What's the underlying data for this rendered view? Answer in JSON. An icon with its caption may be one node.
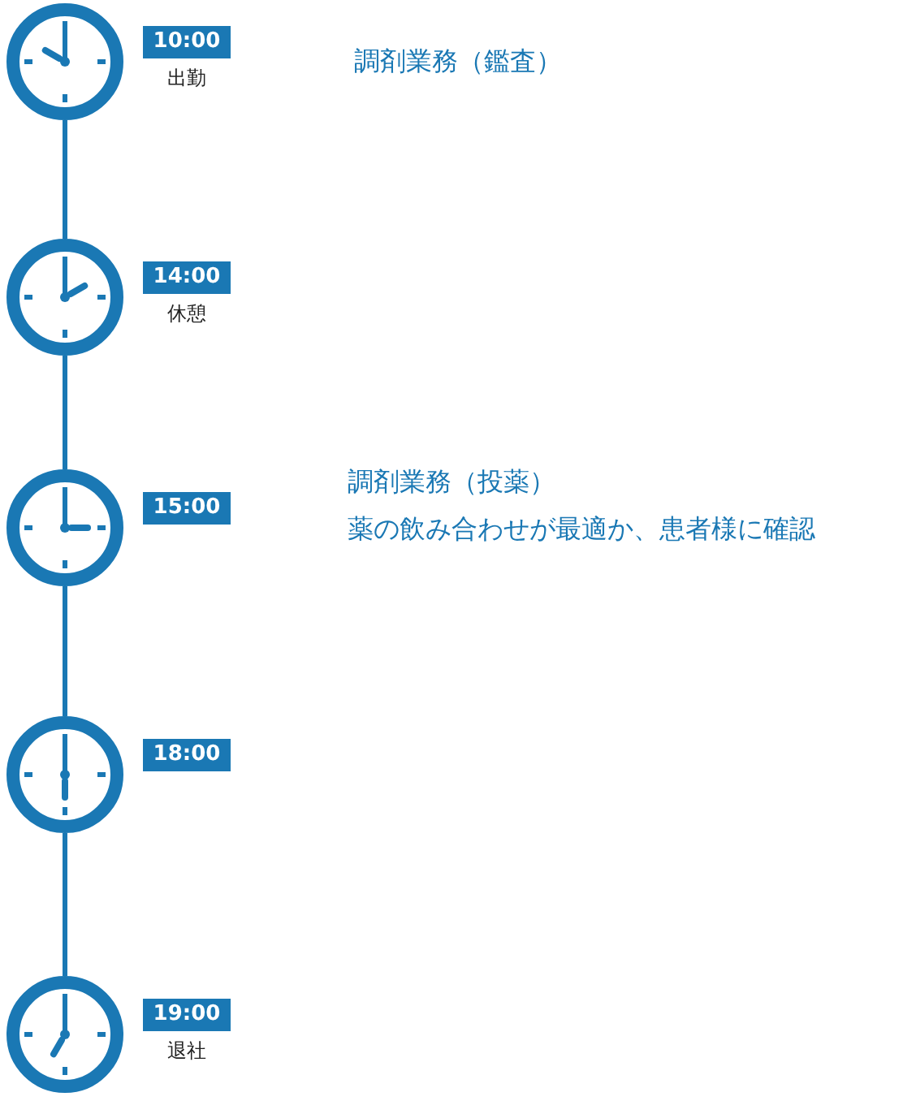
{
  "diagram": {
    "nodes": [
      {
        "text": [],
        "shape": "circle",
        "beside": [
          "10:00",
          "出勤"
        ]
      },
      {
        "text": [],
        "shape": "circle",
        "beside": [
          "14:00",
          "休憩"
        ]
      },
      {
        "text": [],
        "shape": "circle",
        "beside": [
          "15:00"
        ]
      },
      {
        "text": [],
        "shape": "circle",
        "beside": [
          "18:00"
        ]
      },
      {
        "text": [],
        "shape": "circle",
        "beside": [
          "19:00",
          "退社"
        ]
      }
    ],
    "edges": [
      {
        "from": 0,
        "to": 1,
        "arrow": "none"
      },
      {
        "from": 1,
        "to": 2,
        "arrow": "none"
      },
      {
        "from": 2,
        "to": 3,
        "arrow": "none"
      },
      {
        "from": 3,
        "to": 4,
        "arrow": "none"
      }
    ],
    "labels": [
      "調剤業務（鑑査）",
      "調剤業務（投薬）",
      "薬の飲み合わせが最適か、患者様に確認"
    ]
  }
}
